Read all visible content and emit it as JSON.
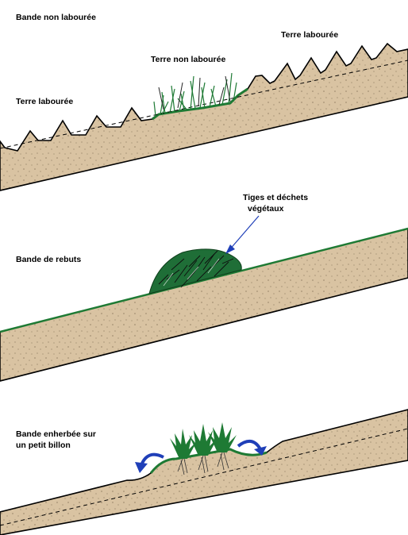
{
  "panels": [
    {
      "title": "Bande non labourée",
      "labels": {
        "left": "Terre labourée",
        "middle": "Terre non labourée",
        "right": "Terre labourée"
      }
    },
    {
      "title": "Bande de rebuts",
      "callout_line1": "Tiges et déchets",
      "callout_line2": "végétaux"
    },
    {
      "title_line1": "Bande enherbée sur",
      "title_line2": "un petit billon"
    }
  ],
  "colors": {
    "soil": "#d9c3a2",
    "soil_edge": "#000000",
    "vegetation": "#1e7a34",
    "arrow": "#1f3fb8",
    "dashed_line": "#000000"
  }
}
